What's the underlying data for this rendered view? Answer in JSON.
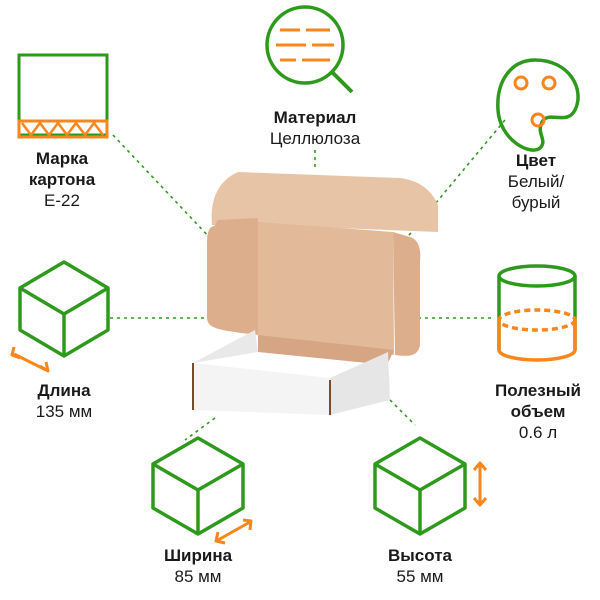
{
  "colors": {
    "green": "#2e9a1c",
    "orange": "#f7861d",
    "kraft": "#d9ab86",
    "white_box": "#f1f1f1"
  },
  "specs": {
    "grade": {
      "title_1": "Марка",
      "title_2": "картона",
      "value": "Е-22",
      "icon": "corrugated-cardboard-icon"
    },
    "material": {
      "title": "Материал",
      "value": "Целлюлоза",
      "icon": "magnifier-icon"
    },
    "color": {
      "title": "Цвет",
      "value_1": "Белый/",
      "value_2": "бурый",
      "icon": "palette-icon"
    },
    "length": {
      "title": "Длина",
      "value": "135 мм",
      "icon": "cube-length-icon"
    },
    "volume": {
      "title_1": "Полезный",
      "title_2": "объем",
      "value": "0.6 л",
      "icon": "cylinder-volume-icon"
    },
    "width": {
      "title": "Ширина",
      "value": "85 мм",
      "icon": "cube-width-icon"
    },
    "height": {
      "title": "Высота",
      "value": "55 мм",
      "icon": "cube-height-icon"
    }
  }
}
